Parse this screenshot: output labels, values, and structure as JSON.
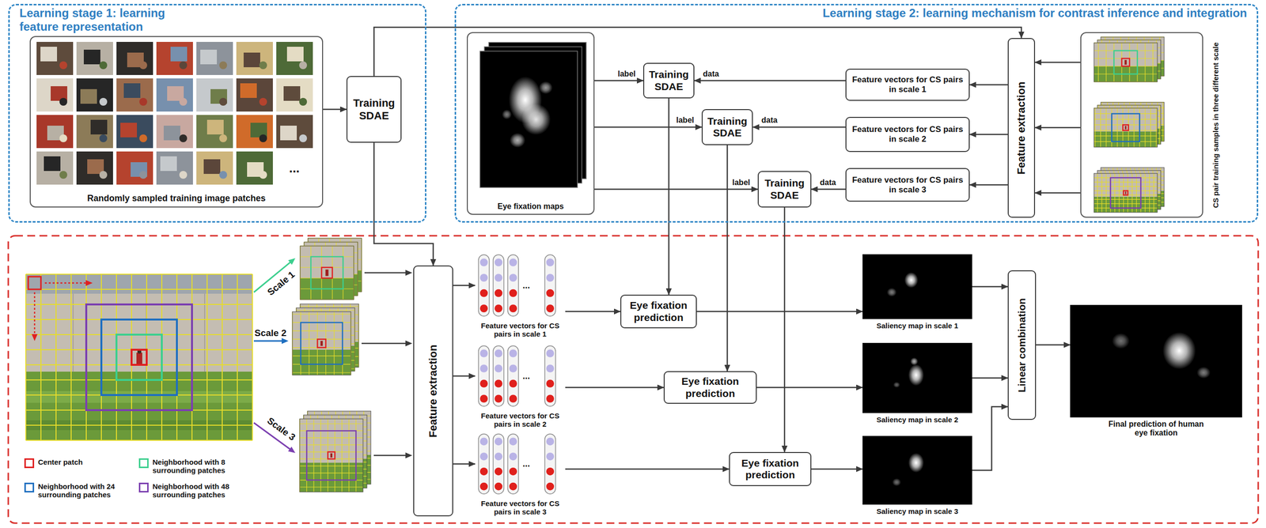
{
  "diagram": {
    "nodes": [
      {
        "text": [
          "Learning stage 1: learning feature representation"
        ]
      },
      {
        "text": [
          "Randomly sampled training image patches"
        ],
        "in": 0
      },
      {
        "text": [
          "Training SDAE"
        ],
        "in": 0
      },
      {
        "text": [
          "Learning stage 2: learning mechanism for contrast inference and integration"
        ]
      },
      {
        "text": [
          "Eye fixation maps"
        ],
        "in": 3
      },
      {
        "text": [
          "Training SDAE"
        ],
        "in": 3
      },
      {
        "text": [
          "Training SDAE"
        ],
        "in": 3
      },
      {
        "text": [
          "Training SDAE"
        ],
        "in": 3
      },
      {
        "text": [
          "Feature vectors for CS pairs in scale 1"
        ],
        "in": 3
      },
      {
        "text": [
          "Feature vectors for CS pairs in scale 2"
        ],
        "in": 3
      },
      {
        "text": [
          "Feature vectors for CS pairs in scale 3"
        ],
        "in": 3
      },
      {
        "text": [
          "Feature extraction"
        ],
        "in": 3
      },
      {
        "text": [
          "CS pair training samples in three different scale"
        ],
        "in": 3
      },
      {
        "text": [
          "Feature extraction"
        ]
      },
      {
        "text": [
          "Feature vectors for CS pairs in scale 1"
        ]
      },
      {
        "text": [
          "Feature vectors for CS pairs in scale 2"
        ]
      },
      {
        "text": [
          "Feature vectors for CS pairs in scale 3"
        ]
      },
      {
        "text": [
          "Eye fixation prediction"
        ]
      },
      {
        "text": [
          "Eye fixation prediction"
        ]
      },
      {
        "text": [
          "Eye fixation prediction"
        ]
      },
      {
        "text": [
          "Saliency map in scale 1"
        ]
      },
      {
        "text": [
          "Saliency map in scale 2"
        ]
      },
      {
        "text": [
          "Saliency map in scale 3"
        ]
      },
      {
        "text": [
          "Linear combination"
        ]
      },
      {
        "text": [
          "Final prediction of human eye fixation"
        ]
      }
    ],
    "edges": [
      {
        "from": 1,
        "to": 2,
        "arrow": "to"
      },
      {
        "from": 2,
        "to": 11,
        "arrow": "to"
      },
      {
        "from": 2,
        "to": 13,
        "arrow": "to"
      },
      {
        "from": 4,
        "to": 5,
        "label": "label",
        "arrow": "to"
      },
      {
        "from": 4,
        "to": 6,
        "label": "label",
        "arrow": "to"
      },
      {
        "from": 4,
        "to": 7,
        "label": "label",
        "arrow": "to"
      },
      {
        "from": 8,
        "to": 5,
        "label": "data",
        "arrow": "to"
      },
      {
        "from": 9,
        "to": 6,
        "label": "data",
        "arrow": "to"
      },
      {
        "from": 10,
        "to": 7,
        "label": "data",
        "arrow": "to"
      },
      {
        "from": 11,
        "to": 8,
        "arrow": "to"
      },
      {
        "from": 11,
        "to": 9,
        "arrow": "to"
      },
      {
        "from": 11,
        "to": 10,
        "arrow": "to"
      },
      {
        "from": 12,
        "to": 11,
        "arrow": "to"
      },
      {
        "from": 12,
        "to": 11,
        "arrow": "to"
      },
      {
        "from": 12,
        "to": 11,
        "arrow": "to"
      },
      {
        "from": 5,
        "to": 17,
        "arrow": "to"
      },
      {
        "from": 6,
        "to": 18,
        "arrow": "to"
      },
      {
        "from": 7,
        "to": 19,
        "arrow": "to"
      },
      {
        "from": 13,
        "to": 14,
        "arrow": "to"
      },
      {
        "from": 13,
        "to": 15,
        "arrow": "to"
      },
      {
        "from": 13,
        "to": 16,
        "arrow": "to"
      },
      {
        "from": 14,
        "to": 17,
        "arrow": "to"
      },
      {
        "from": 15,
        "to": 18,
        "arrow": "to"
      },
      {
        "from": 16,
        "to": 19,
        "arrow": "to"
      },
      {
        "from": 17,
        "to": 20,
        "arrow": "to"
      },
      {
        "from": 18,
        "to": 21,
        "arrow": "to"
      },
      {
        "from": 19,
        "to": 22,
        "arrow": "to"
      },
      {
        "from": 20,
        "to": 23,
        "arrow": "to"
      },
      {
        "from": 21,
        "to": 23,
        "arrow": "to"
      },
      {
        "from": 22,
        "to": 23,
        "arrow": "to"
      },
      {
        "from": 23,
        "to": 24,
        "arrow": "to"
      }
    ],
    "labels": [
      "...",
      "Scale 1",
      "Scale 2",
      "Scale 3",
      "...",
      "...",
      "..."
    ],
    "legend": [
      {
        "text": "Center patch",
        "color": "#e02020"
      },
      {
        "text": "Neighborhood with 8 surrounding patches",
        "color": "#3ccf8e"
      },
      {
        "text": "Neighborhood with 24 surrounding patches",
        "color": "#1f6fc0"
      },
      {
        "text": "Neighborhood with 48 surrounding patches",
        "color": "#7b3fb0"
      }
    ]
  }
}
